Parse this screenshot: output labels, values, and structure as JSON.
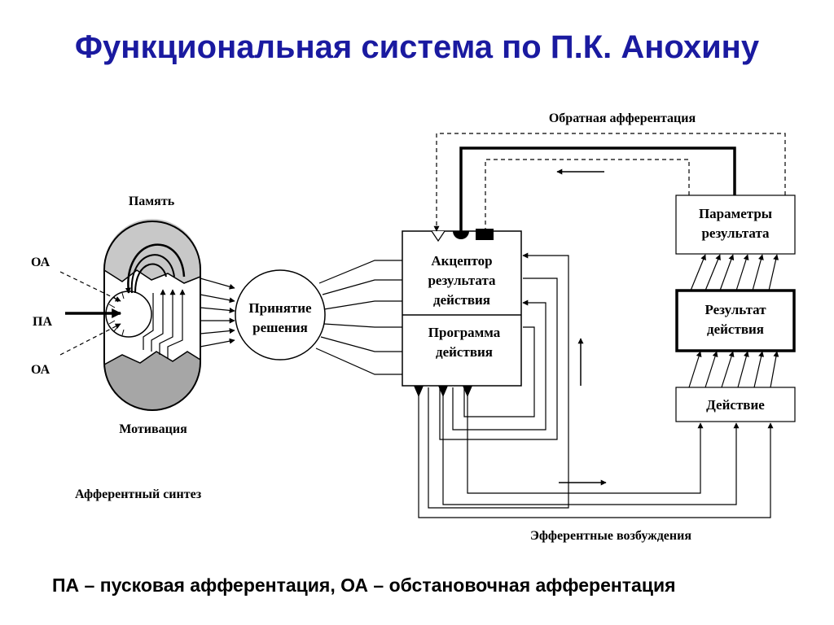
{
  "title": "Функциональная система по П.К. Анохину",
  "labels": {
    "memory": "Память",
    "motivation": "Мотивация",
    "oa_top": "ОА",
    "pa": "ПА",
    "oa_bottom": "ОА",
    "afferent_synthesis": "Афферентный синтез",
    "feedback_afferentation": "Обратная афферентация",
    "efferent_excitations": "Эфферентные возбуждения"
  },
  "boxes": {
    "decision": [
      "Принятие",
      "решения"
    ],
    "acceptor": [
      "Акцептор",
      "результата",
      "действия"
    ],
    "program": [
      "Программа",
      "действия"
    ],
    "result_params": [
      "Параметры",
      "результата"
    ],
    "action_result": [
      "Результат",
      "действия"
    ],
    "action": [
      "Действие"
    ]
  },
  "legend": "ПА – пусковая афферентация, ОА – обстановочная  афферентация"
}
